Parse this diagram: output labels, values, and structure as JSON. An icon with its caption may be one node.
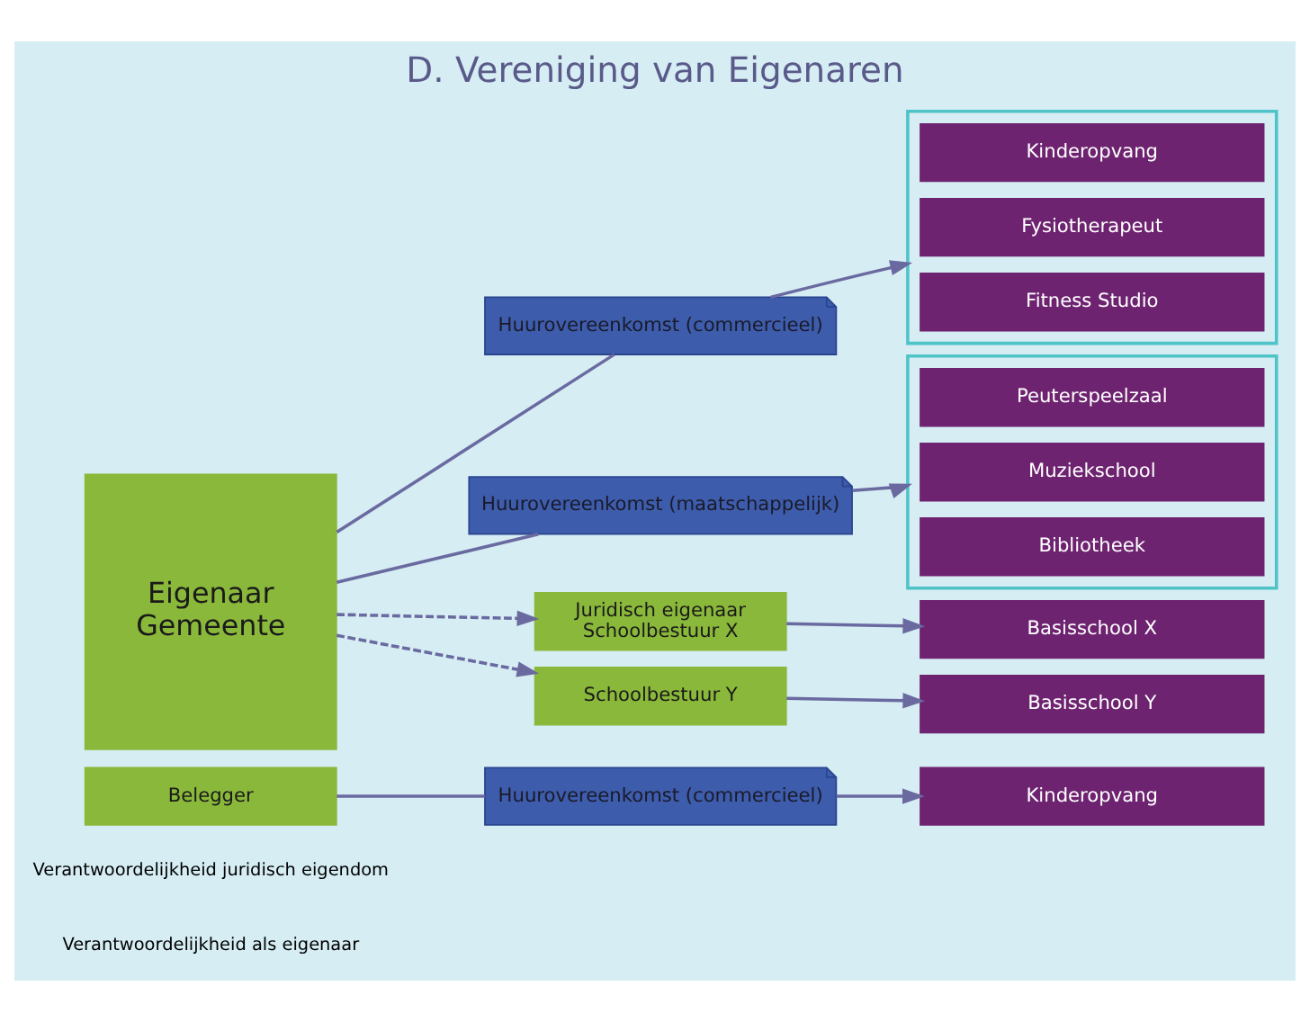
{
  "diagram": {
    "title": "D. Vereniging van Eigenaren",
    "nodes": [
      {
        "text": [
          "Eigenaar",
          "Gemeente"
        ]
      },
      {
        "text": [
          "Huurovereenkomst (commercieel)"
        ]
      },
      {
        "text": [],
        "shape": "box"
      },
      {
        "text": [
          "Kinderopvang"
        ],
        "in": 2
      },
      {
        "text": [
          "Fysiotherapeut"
        ],
        "in": 2
      },
      {
        "text": [
          "Fitness Studio"
        ],
        "in": 2
      },
      {
        "text": [
          "Huurovereenkomst (maatschappelijk)"
        ]
      },
      {
        "text": [],
        "shape": "box"
      },
      {
        "text": [
          "Peuterspeelzaal"
        ],
        "in": 7
      },
      {
        "text": [
          "Muziekschool"
        ],
        "in": 7
      },
      {
        "text": [
          "Bibliotheek"
        ],
        "in": 7
      },
      {
        "text": [
          "Juridisch eigenaar",
          "Schoolbestuur X"
        ]
      },
      {
        "text": [
          "Schoolbestuur Y"
        ]
      },
      {
        "text": [
          "Basisschool X"
        ]
      },
      {
        "text": [
          "Basisschool Y"
        ]
      },
      {
        "text": [
          "Belegger"
        ]
      },
      {
        "text": [
          "Huurovereenkomst (commercieel)"
        ]
      },
      {
        "text": [
          "Kinderopvang"
        ]
      }
    ],
    "edges": [
      {
        "from": 0,
        "to": 1,
        "arrow": "none"
      },
      {
        "from": 1,
        "to": 2,
        "arrow": "to"
      },
      {
        "from": 0,
        "to": 6,
        "arrow": "none"
      },
      {
        "from": 6,
        "to": 7,
        "arrow": "to"
      },
      {
        "from": 0,
        "to": 11,
        "arrow": "to",
        "style": "dashed"
      },
      {
        "from": 0,
        "to": 12,
        "arrow": "to",
        "style": "dashed"
      },
      {
        "from": 11,
        "to": 13,
        "arrow": "to"
      },
      {
        "from": 12,
        "to": 14,
        "arrow": "to"
      },
      {
        "from": 15,
        "to": 16,
        "arrow": "none"
      },
      {
        "from": 16,
        "to": 17,
        "arrow": "to"
      }
    ],
    "legend": [
      {
        "text": "Verantwoordelijkheid juridisch eigendom"
      },
      {
        "text": "Verantwoordelijkheid als eigenaar"
      }
    ]
  }
}
